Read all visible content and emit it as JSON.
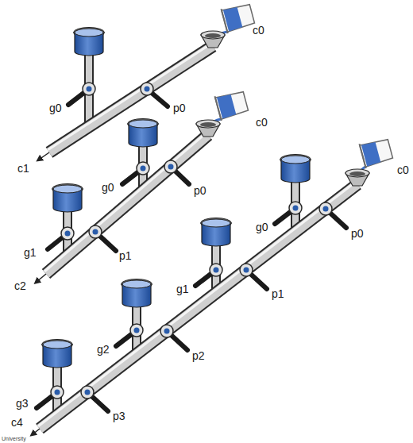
{
  "diagram": {
    "labels": [
      "c0",
      "g0",
      "p0",
      "c1",
      "c0",
      "g0",
      "p0",
      "g1",
      "p1",
      "c2",
      "c0",
      "g0",
      "p0",
      "g1",
      "p1",
      "g2",
      "p2",
      "g3",
      "p3",
      "c4",
      "University"
    ]
  }
}
